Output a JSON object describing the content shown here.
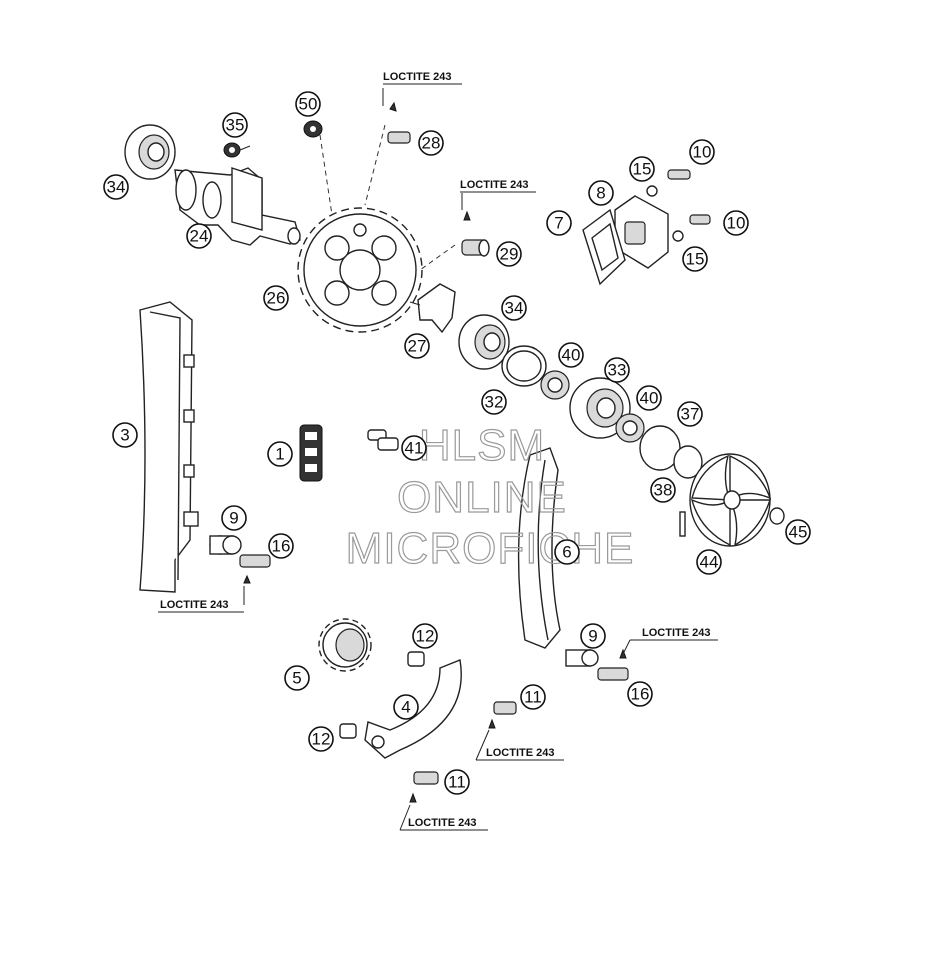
{
  "diagram": {
    "callouts": [
      {
        "id": "c50",
        "label": "50"
      },
      {
        "id": "c35",
        "label": "35"
      },
      {
        "id": "c28",
        "label": "28"
      },
      {
        "id": "c34a",
        "label": "34"
      },
      {
        "id": "c24",
        "label": "24"
      },
      {
        "id": "c10a",
        "label": "10"
      },
      {
        "id": "c15a",
        "label": "15"
      },
      {
        "id": "c8",
        "label": "8"
      },
      {
        "id": "c7",
        "label": "7"
      },
      {
        "id": "c10b",
        "label": "10"
      },
      {
        "id": "c15b",
        "label": "15"
      },
      {
        "id": "c29",
        "label": "29"
      },
      {
        "id": "c26",
        "label": "26"
      },
      {
        "id": "c27",
        "label": "27"
      },
      {
        "id": "c34b",
        "label": "34"
      },
      {
        "id": "c40a",
        "label": "40"
      },
      {
        "id": "c33",
        "label": "33"
      },
      {
        "id": "c32",
        "label": "32"
      },
      {
        "id": "c40b",
        "label": "40"
      },
      {
        "id": "c37",
        "label": "37"
      },
      {
        "id": "c3",
        "label": "3"
      },
      {
        "id": "c1",
        "label": "1"
      },
      {
        "id": "c41",
        "label": "41"
      },
      {
        "id": "c38",
        "label": "38"
      },
      {
        "id": "c45",
        "label": "45"
      },
      {
        "id": "c44",
        "label": "44"
      },
      {
        "id": "c9a",
        "label": "9"
      },
      {
        "id": "c16a",
        "label": "16"
      },
      {
        "id": "c6",
        "label": "6"
      },
      {
        "id": "c12a",
        "label": "12"
      },
      {
        "id": "c5",
        "label": "5"
      },
      {
        "id": "c9b",
        "label": "9"
      },
      {
        "id": "c16b",
        "label": "16"
      },
      {
        "id": "c4",
        "label": "4"
      },
      {
        "id": "c11a",
        "label": "11"
      },
      {
        "id": "c12b",
        "label": "12"
      },
      {
        "id": "c11b",
        "label": "11"
      }
    ],
    "loctite_labels": [
      {
        "id": "l1",
        "text": "LOCTITE 243"
      },
      {
        "id": "l2",
        "text": "LOCTITE 243"
      },
      {
        "id": "l3",
        "text": "LOCTITE 243"
      },
      {
        "id": "l4",
        "text": "LOCTITE 243"
      },
      {
        "id": "l5",
        "text": "LOCTITE 243"
      },
      {
        "id": "l6",
        "text": "LOCTITE 243"
      }
    ],
    "watermark": {
      "line1": "HLSM",
      "line2": "ONLINE",
      "line3": "MICROFICHE"
    }
  }
}
